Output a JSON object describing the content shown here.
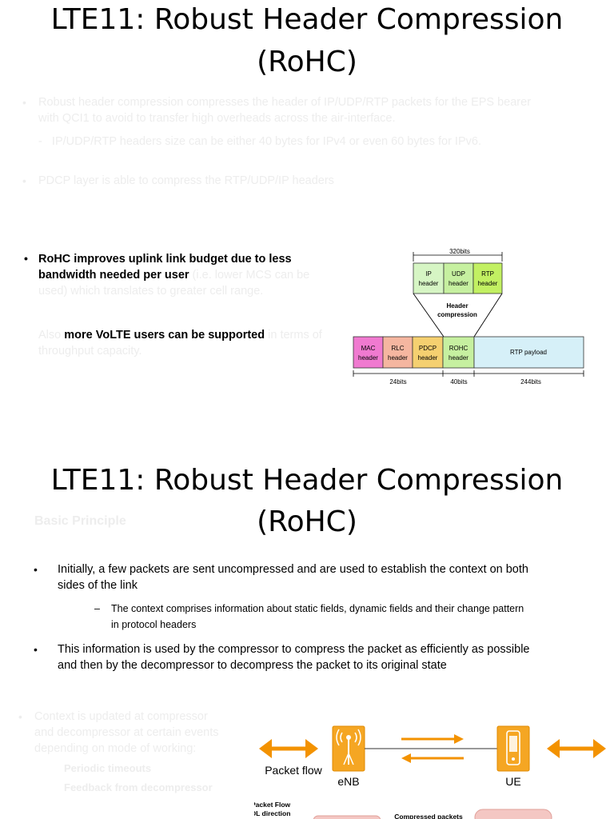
{
  "slide1": {
    "title_line1": "LTE11: Robust Header Compression",
    "title_line2": "(RoHC)",
    "faint_bullets": {
      "b1_line1": "Robust header compression compresses the header of IP/UDP/RTP packets for the EPS bearer",
      "b1_line2": "with QCI1 to avoid to transfer high overheads across the air-interface.",
      "sub1": "IP/UDP/RTP headers size can be either 40 bytes for IPv4 or even 60 bytes for IPv6.",
      "b2": "PDCP layer is able to compress the RTP/UDP/IP headers"
    },
    "bullet3": {
      "bold_line1": "RoHC improves uplink link budget due to less",
      "bold_line2": "bandwidth needed per user",
      "faint_tail": " (i.e. lower MCS can be",
      "faint_line3": "used) which translates to greater cell range."
    },
    "bullet4": {
      "faint_head": "Also ",
      "bold": "more VoLTE users can be supported",
      "faint_tail": " in terms of",
      "faint_line2": "throughput capacity."
    },
    "diagram": {
      "top_width_label": "320bits",
      "top_boxes": [
        {
          "line1": "IP",
          "line2": "header",
          "color": "#d6f5c4"
        },
        {
          "line1": "UDP",
          "line2": "header",
          "color": "#c6f0a0"
        },
        {
          "line1": "RTP",
          "line2": "header",
          "color": "#c2f062"
        }
      ],
      "compression_line1": "Header",
      "compression_line2": "compression",
      "bottom_boxes": [
        {
          "line1": "MAC",
          "line2": "header",
          "color": "#f07ad0"
        },
        {
          "line1": "RLC",
          "line2": "header",
          "color": "#f5b6a0"
        },
        {
          "line1": "PDCP",
          "line2": "header",
          "color": "#f5d070"
        },
        {
          "line1": "ROHC",
          "line2": "header",
          "color": "#c6f0a0"
        }
      ],
      "payload_label": "RTP payload",
      "payload_color": "#d6f0f8",
      "dim_labels": [
        "24bits",
        "40bits",
        "244bits"
      ]
    }
  },
  "slide2": {
    "title_line1": "LTE11: Robust Header Compression",
    "title_line2": "(RoHC)",
    "faint_subtitle": "Basic Principle",
    "bullet1_line1": "Initially, a few packets are sent uncompressed and are used to establish the context on both",
    "bullet1_line2": "sides of the link",
    "sub1_line1": "The context comprises information about static fields, dynamic fields and their change pattern",
    "sub1_line2": "in protocol headers",
    "bullet2_line1": "This information is used by the compressor to compress the packet as efficiently as possible",
    "bullet2_line2": "and then by the decompressor to decompress the packet to its original state",
    "faint_bullets": {
      "line1": "Context is updated at compressor",
      "line2": "and decompressor at certain events",
      "line3": "depending on mode of working:",
      "sub1": "Periodic timeouts",
      "sub2": "Feedback from decompressor"
    },
    "bullet_symbol": "•",
    "dash_symbol": "–",
    "flow": {
      "packet_flow": "Packet flow",
      "enb": "eNB",
      "ue": "UE",
      "dl_line1": "Packet Flow",
      "dl_line2": "DL direction",
      "compressed": "Compressed packets",
      "arrow_color": "#f39200"
    }
  }
}
